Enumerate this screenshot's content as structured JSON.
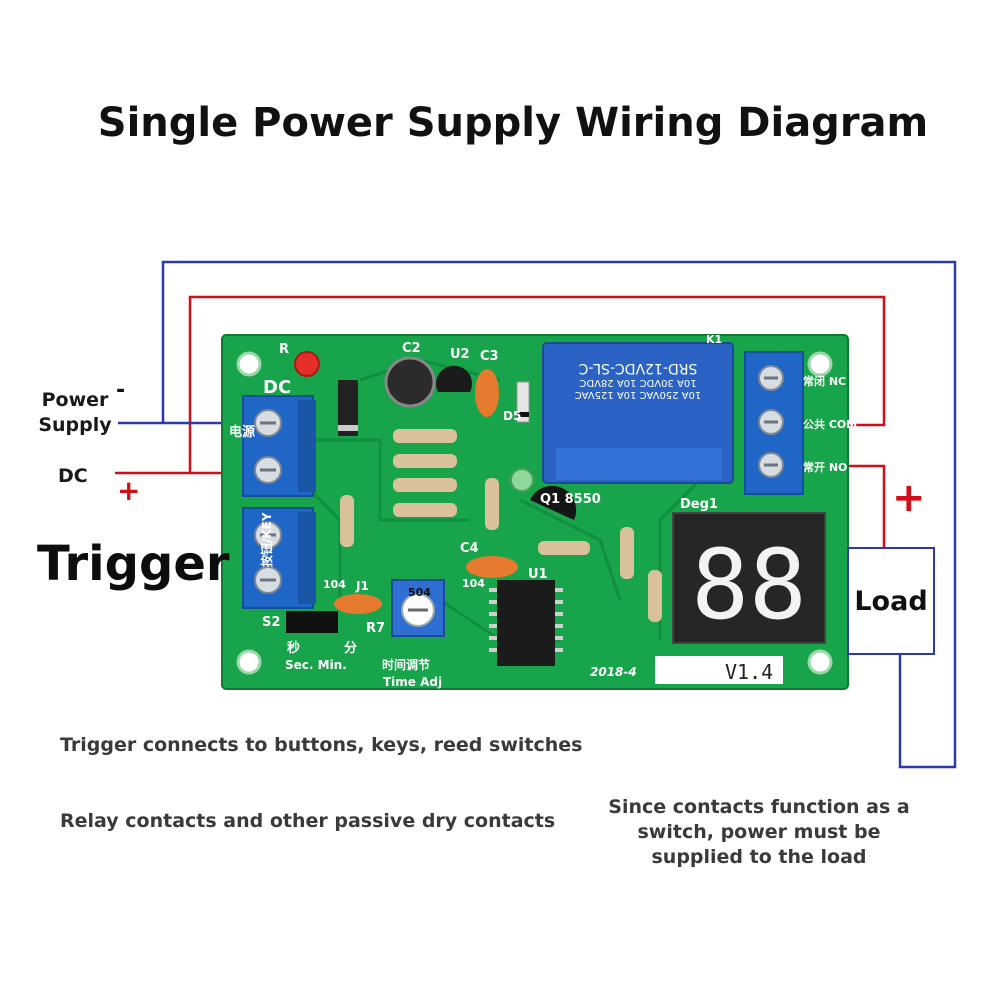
{
  "title": "Single Power Supply Wiring Diagram",
  "labels": {
    "power_supply": "Power\nSupply",
    "minus": "-",
    "dc": "DC",
    "plus": "+",
    "trigger": "Trigger",
    "load": "Load",
    "load_plus": "+"
  },
  "notes": {
    "line1": "Trigger connects to buttons, keys, reed switches",
    "line2": "Relay contacts and other passive dry contacts",
    "line3": "Since contacts function as a switch, power must be supplied to the load"
  },
  "board": {
    "dc_label": "DC",
    "power_cn": "电源",
    "key_label": "按钮/KEY",
    "relay_model": "SRD-12VDC-SL-C",
    "relay_ratings": [
      "10A 250VAC  10A 125VAC",
      "10A 30VDC  10A 28VDC"
    ],
    "relay_ref": "K1",
    "c2": "C2",
    "u2": "U2",
    "c3": "C3",
    "d5": "D5",
    "r": "R",
    "q1": "Q1 8550",
    "deg": "Deg1",
    "display_digits": "88",
    "c4": "C4",
    "u1": "U1",
    "cap_104a": "104",
    "cap_104b": "104",
    "pot_value": "504",
    "r7": "R7",
    "s2": "S2",
    "sec_cn": "秒",
    "min_cn": "分",
    "sec_min": "Sec. Min.",
    "time_adj_cn": "时间调节",
    "time_adj": "Time Adj",
    "date": "2018-4",
    "version": "V1.4",
    "nc": "常闭 NC",
    "com": "公共 COM",
    "no": "常开 NO",
    "j1": "J1"
  },
  "colors": {
    "pcb": "#17a44a",
    "wire_blue": "#2b3aa8",
    "wire_red": "#d10f1a",
    "terminal": "#1f66c7",
    "relay": "#2a63c4"
  }
}
